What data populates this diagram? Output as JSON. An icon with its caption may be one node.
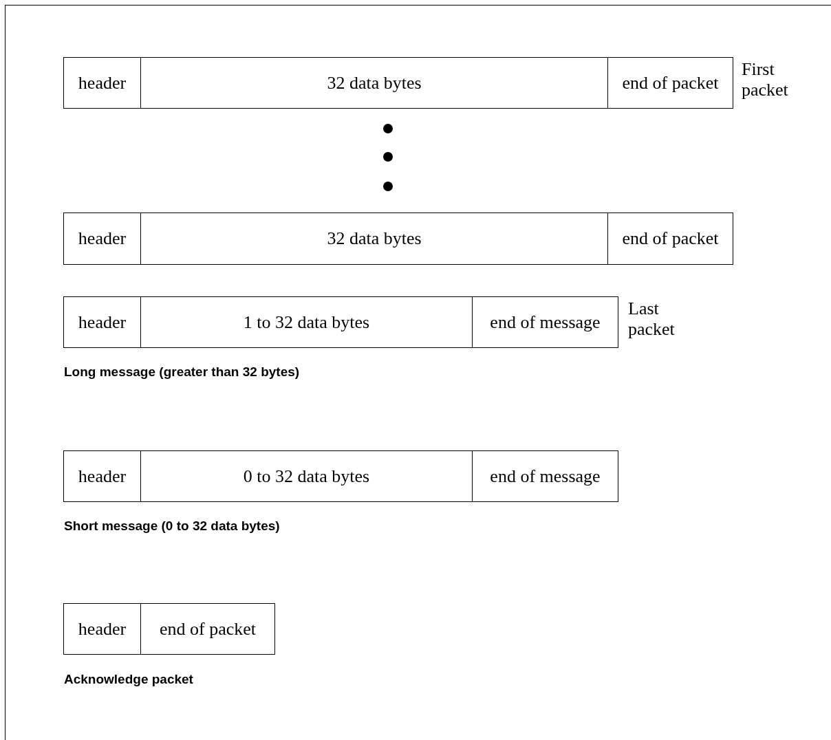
{
  "diagram": {
    "nodes": [
      {
        "text": [
          "header"
        ]
      },
      {
        "text": [
          "32 data bytes"
        ]
      },
      {
        "text": [
          "end of packet"
        ],
        "beside": [
          "First packet"
        ]
      },
      {
        "text": [
          "header"
        ]
      },
      {
        "text": [
          "32 data bytes"
        ]
      },
      {
        "text": [
          "end of packet"
        ]
      },
      {
        "text": [
          "header"
        ]
      },
      {
        "text": [
          "1 to 32 data bytes"
        ]
      },
      {
        "text": [
          "end of message"
        ],
        "beside": [
          "Last packet"
        ]
      },
      {
        "text": [
          "header"
        ]
      },
      {
        "text": [
          "0 to 32 data bytes"
        ]
      },
      {
        "text": [
          "end of message"
        ]
      },
      {
        "text": [
          "header"
        ]
      },
      {
        "text": [
          "end of packet"
        ]
      }
    ],
    "labels": [
      "Long message (greater than 32 bytes)",
      "Short message (0 to 32 data bytes)",
      "Acknowledge packet"
    ]
  }
}
